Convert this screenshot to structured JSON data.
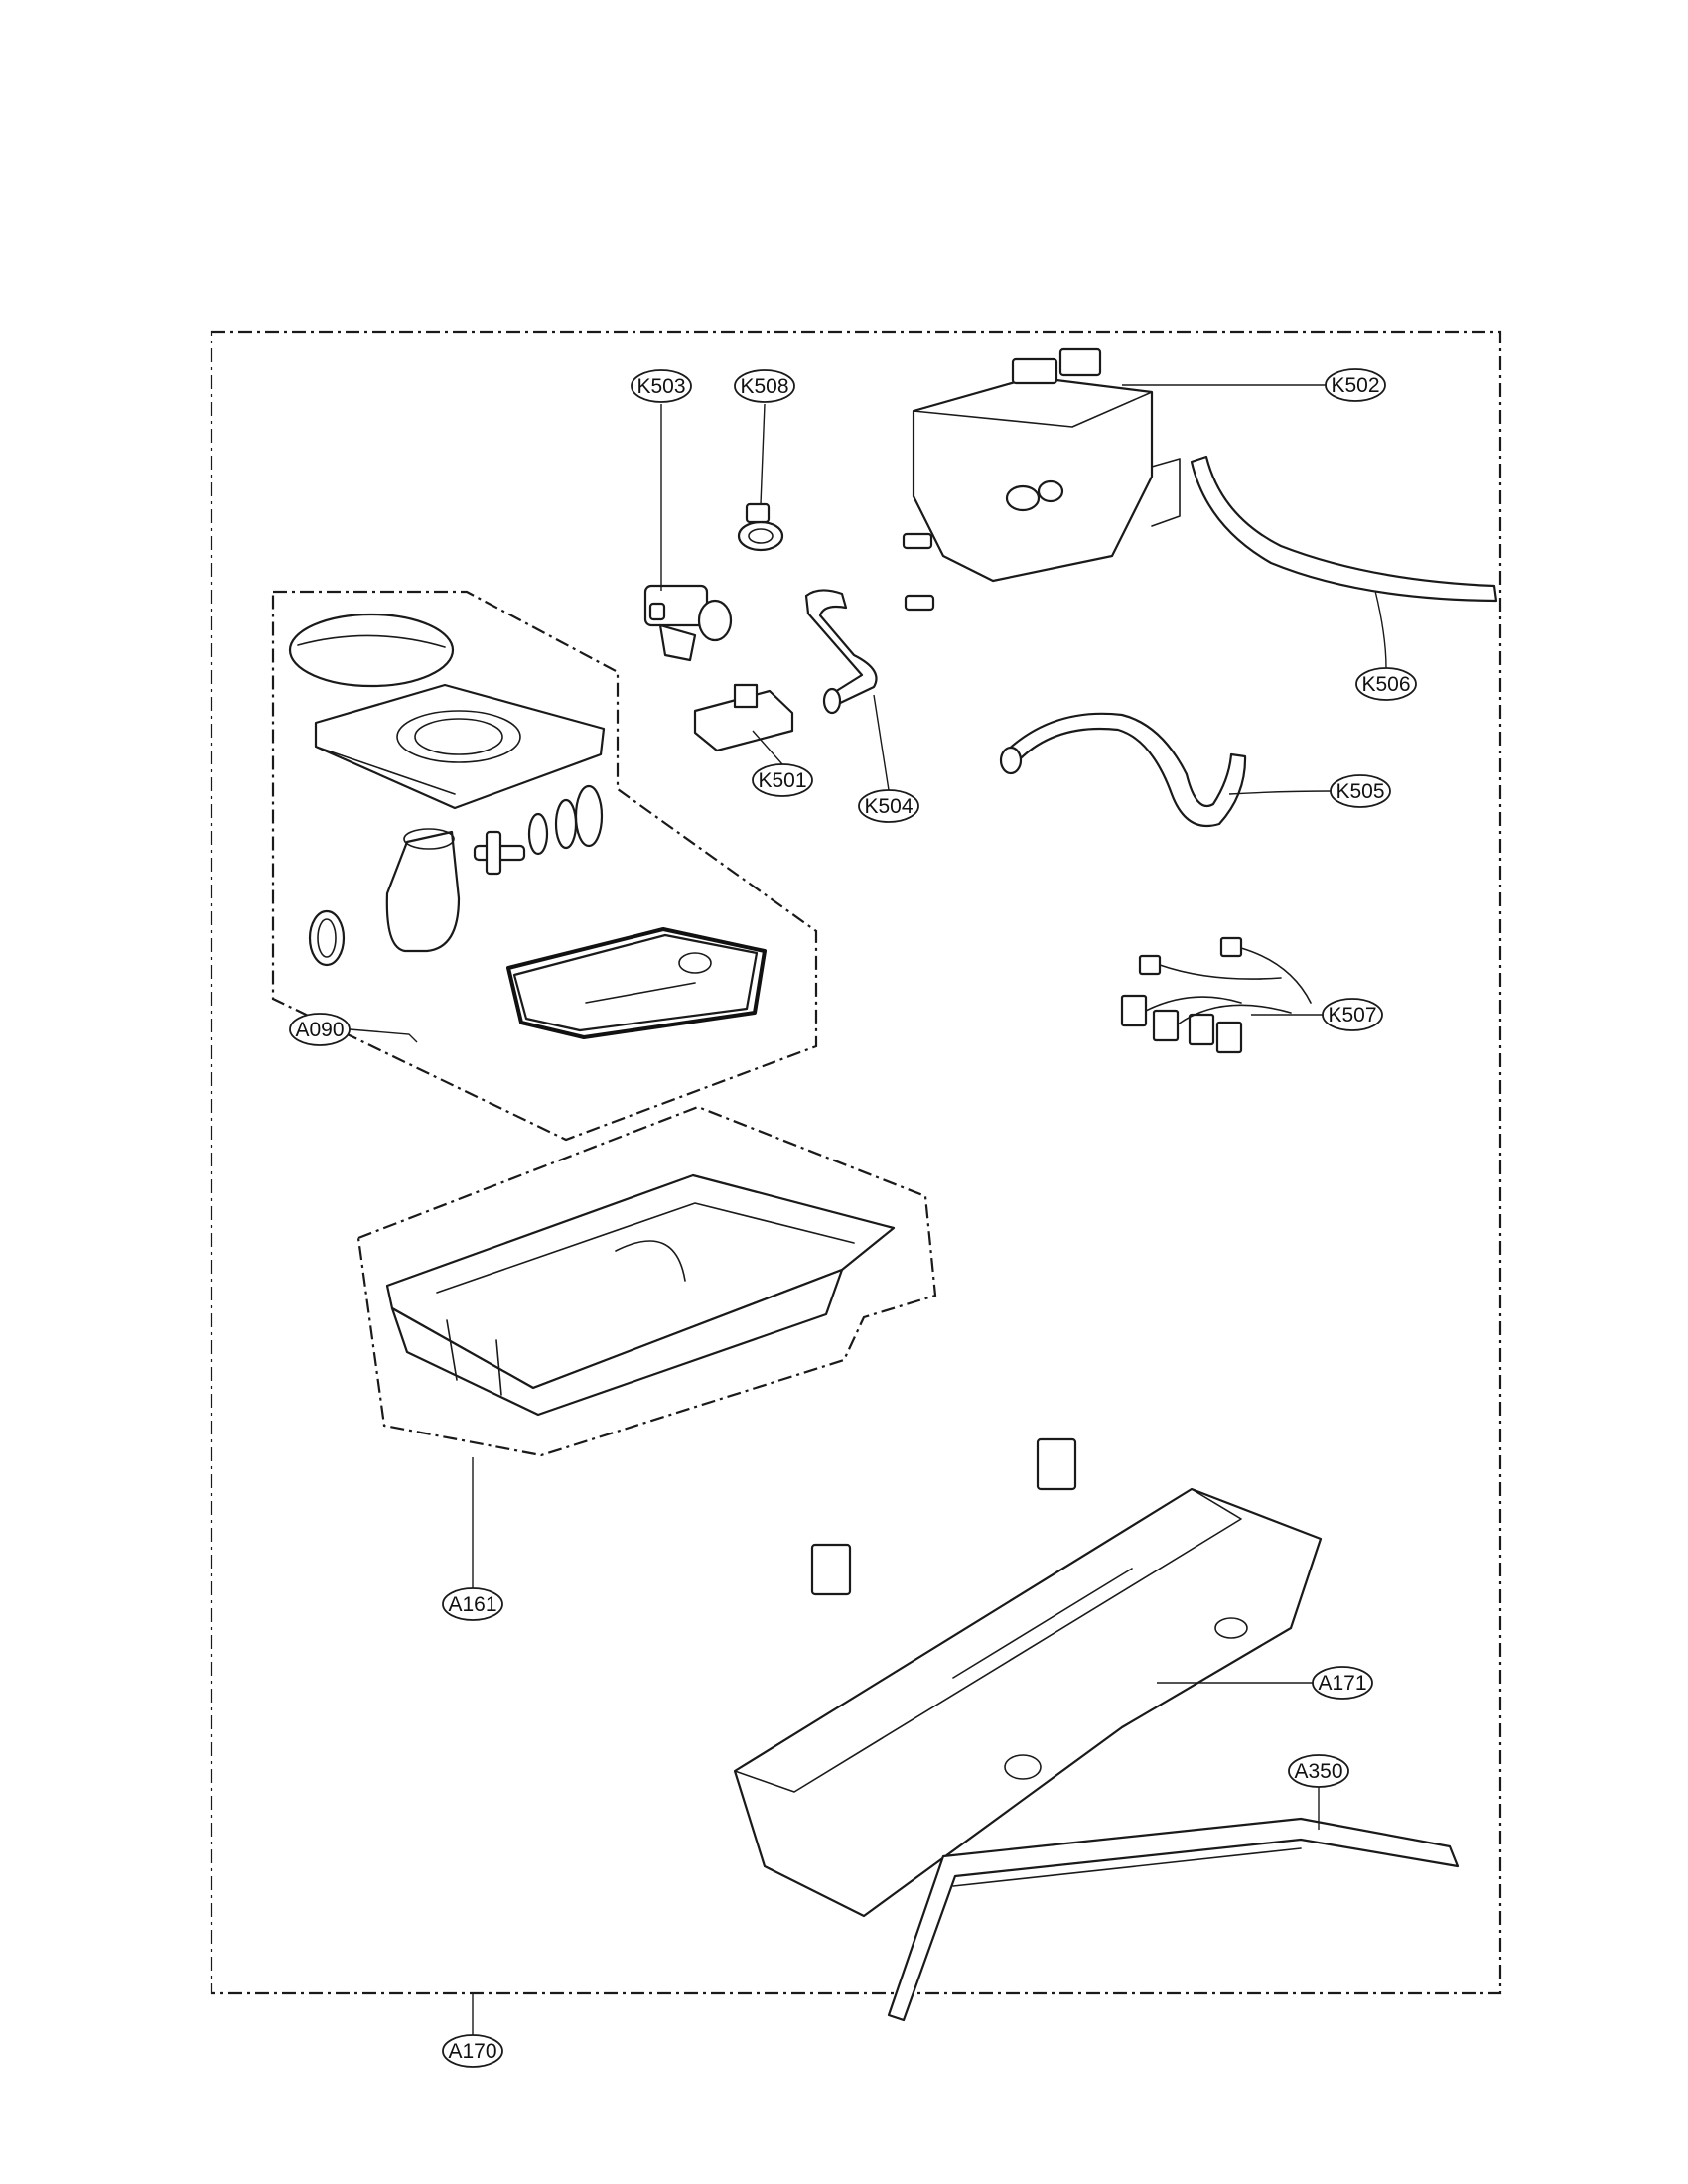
{
  "labels": {
    "K503": "K503",
    "K508": "K508",
    "K502": "K502",
    "K506": "K506",
    "K501": "K501",
    "K504": "K504",
    "K505": "K505",
    "K507": "K507",
    "A090": "A090",
    "A161": "A161",
    "A171": "A171",
    "A350": "A350",
    "A170": "A170"
  }
}
